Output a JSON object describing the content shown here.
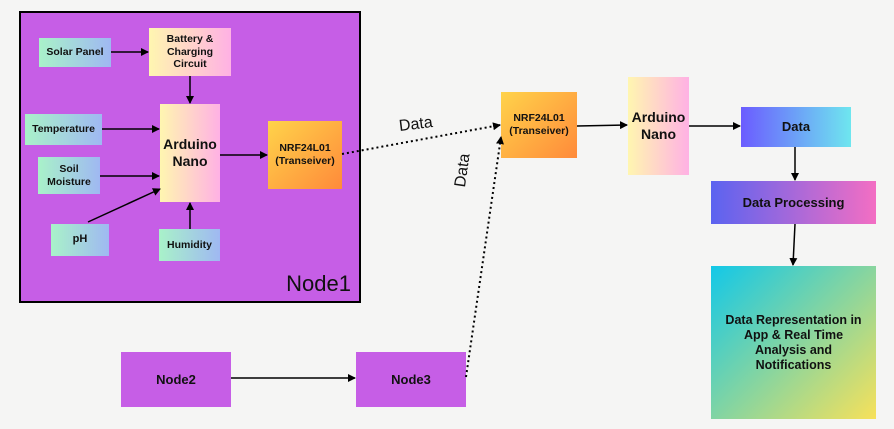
{
  "node1": {
    "label": "Node1",
    "solar_panel": "Solar Panel",
    "battery": "Battery & Charging Circuit",
    "temperature": "Temperature",
    "soil_moisture": "Soil Moisture",
    "ph": "pH",
    "humidity": "Humidity",
    "arduino": "Arduino Nano",
    "nrf": "NRF24L01 (Transeiver)"
  },
  "node2": "Node2",
  "node3": "Node3",
  "receiver": {
    "nrf": "NRF24L01 (Transeiver)",
    "arduino": "Arduino Nano"
  },
  "pipeline": {
    "data": "Data",
    "processing": "Data Processing",
    "representation": "Data Representation in App & Real Time Analysis and Notifications"
  },
  "links": {
    "data_label_1": "Data",
    "data_label_2": "Data"
  },
  "colors": {
    "node_fill": "#c65ee6",
    "arrow": "#000000"
  }
}
